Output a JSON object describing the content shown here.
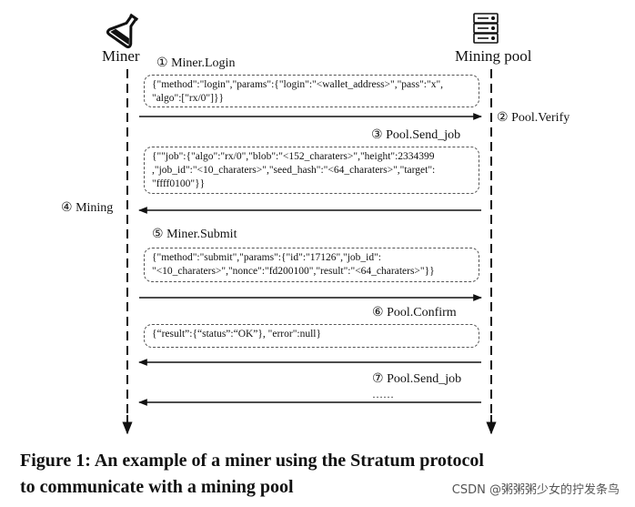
{
  "actors": {
    "miner": {
      "label": "Miner",
      "icon": "flask-icon"
    },
    "pool": {
      "label": "Mining pool",
      "icon": "server-icon"
    }
  },
  "steps": [
    {
      "num": "①",
      "label": "Miner.Login"
    },
    {
      "num": "②",
      "label": "Pool.Verify"
    },
    {
      "num": "③",
      "label": "Pool.Send_job"
    },
    {
      "num": "④",
      "label": "Mining"
    },
    {
      "num": "⑤",
      "label": "Miner.Submit"
    },
    {
      "num": "⑥",
      "label": "Pool.Confirm"
    },
    {
      "num": "⑦",
      "label": "Pool.Send_job"
    }
  ],
  "messages": {
    "login": "{\"method\":\"login\",\"params\":{\"login\":\"<wallet_address>\",\"pass\":\"x\",\n\"algo\":[\"rx/0\"]}}",
    "job": "{\"\"job\":{\"algo\":\"rx/0\",\"blob\":\"<152_charaters>\",\"height\":2334399\n,\"job_id\":\"<10_charaters>\",\"seed_hash\":\"<64_charaters>\",\"target\":\n\"ffff0100\"}}",
    "submit": "{\"method\":\"submit\",\"params\":{\"id\":\"17126\",\"job_id\":\n\"<10_charaters>\",\"nonce\":\"fd200100\",\"result\":\"<64_charaters>\"}}",
    "confirm": "{“result”:{“status”:“OK”}, \"error\":null}",
    "ellipsis": "……"
  },
  "caption": "Figure 1: An example of a miner using the Stratum protocol\nto communicate with a mining pool",
  "watermark": "CSDN @粥粥粥少女的拧发条鸟",
  "colors": {
    "line": "#111111",
    "box_border": "#555555"
  }
}
